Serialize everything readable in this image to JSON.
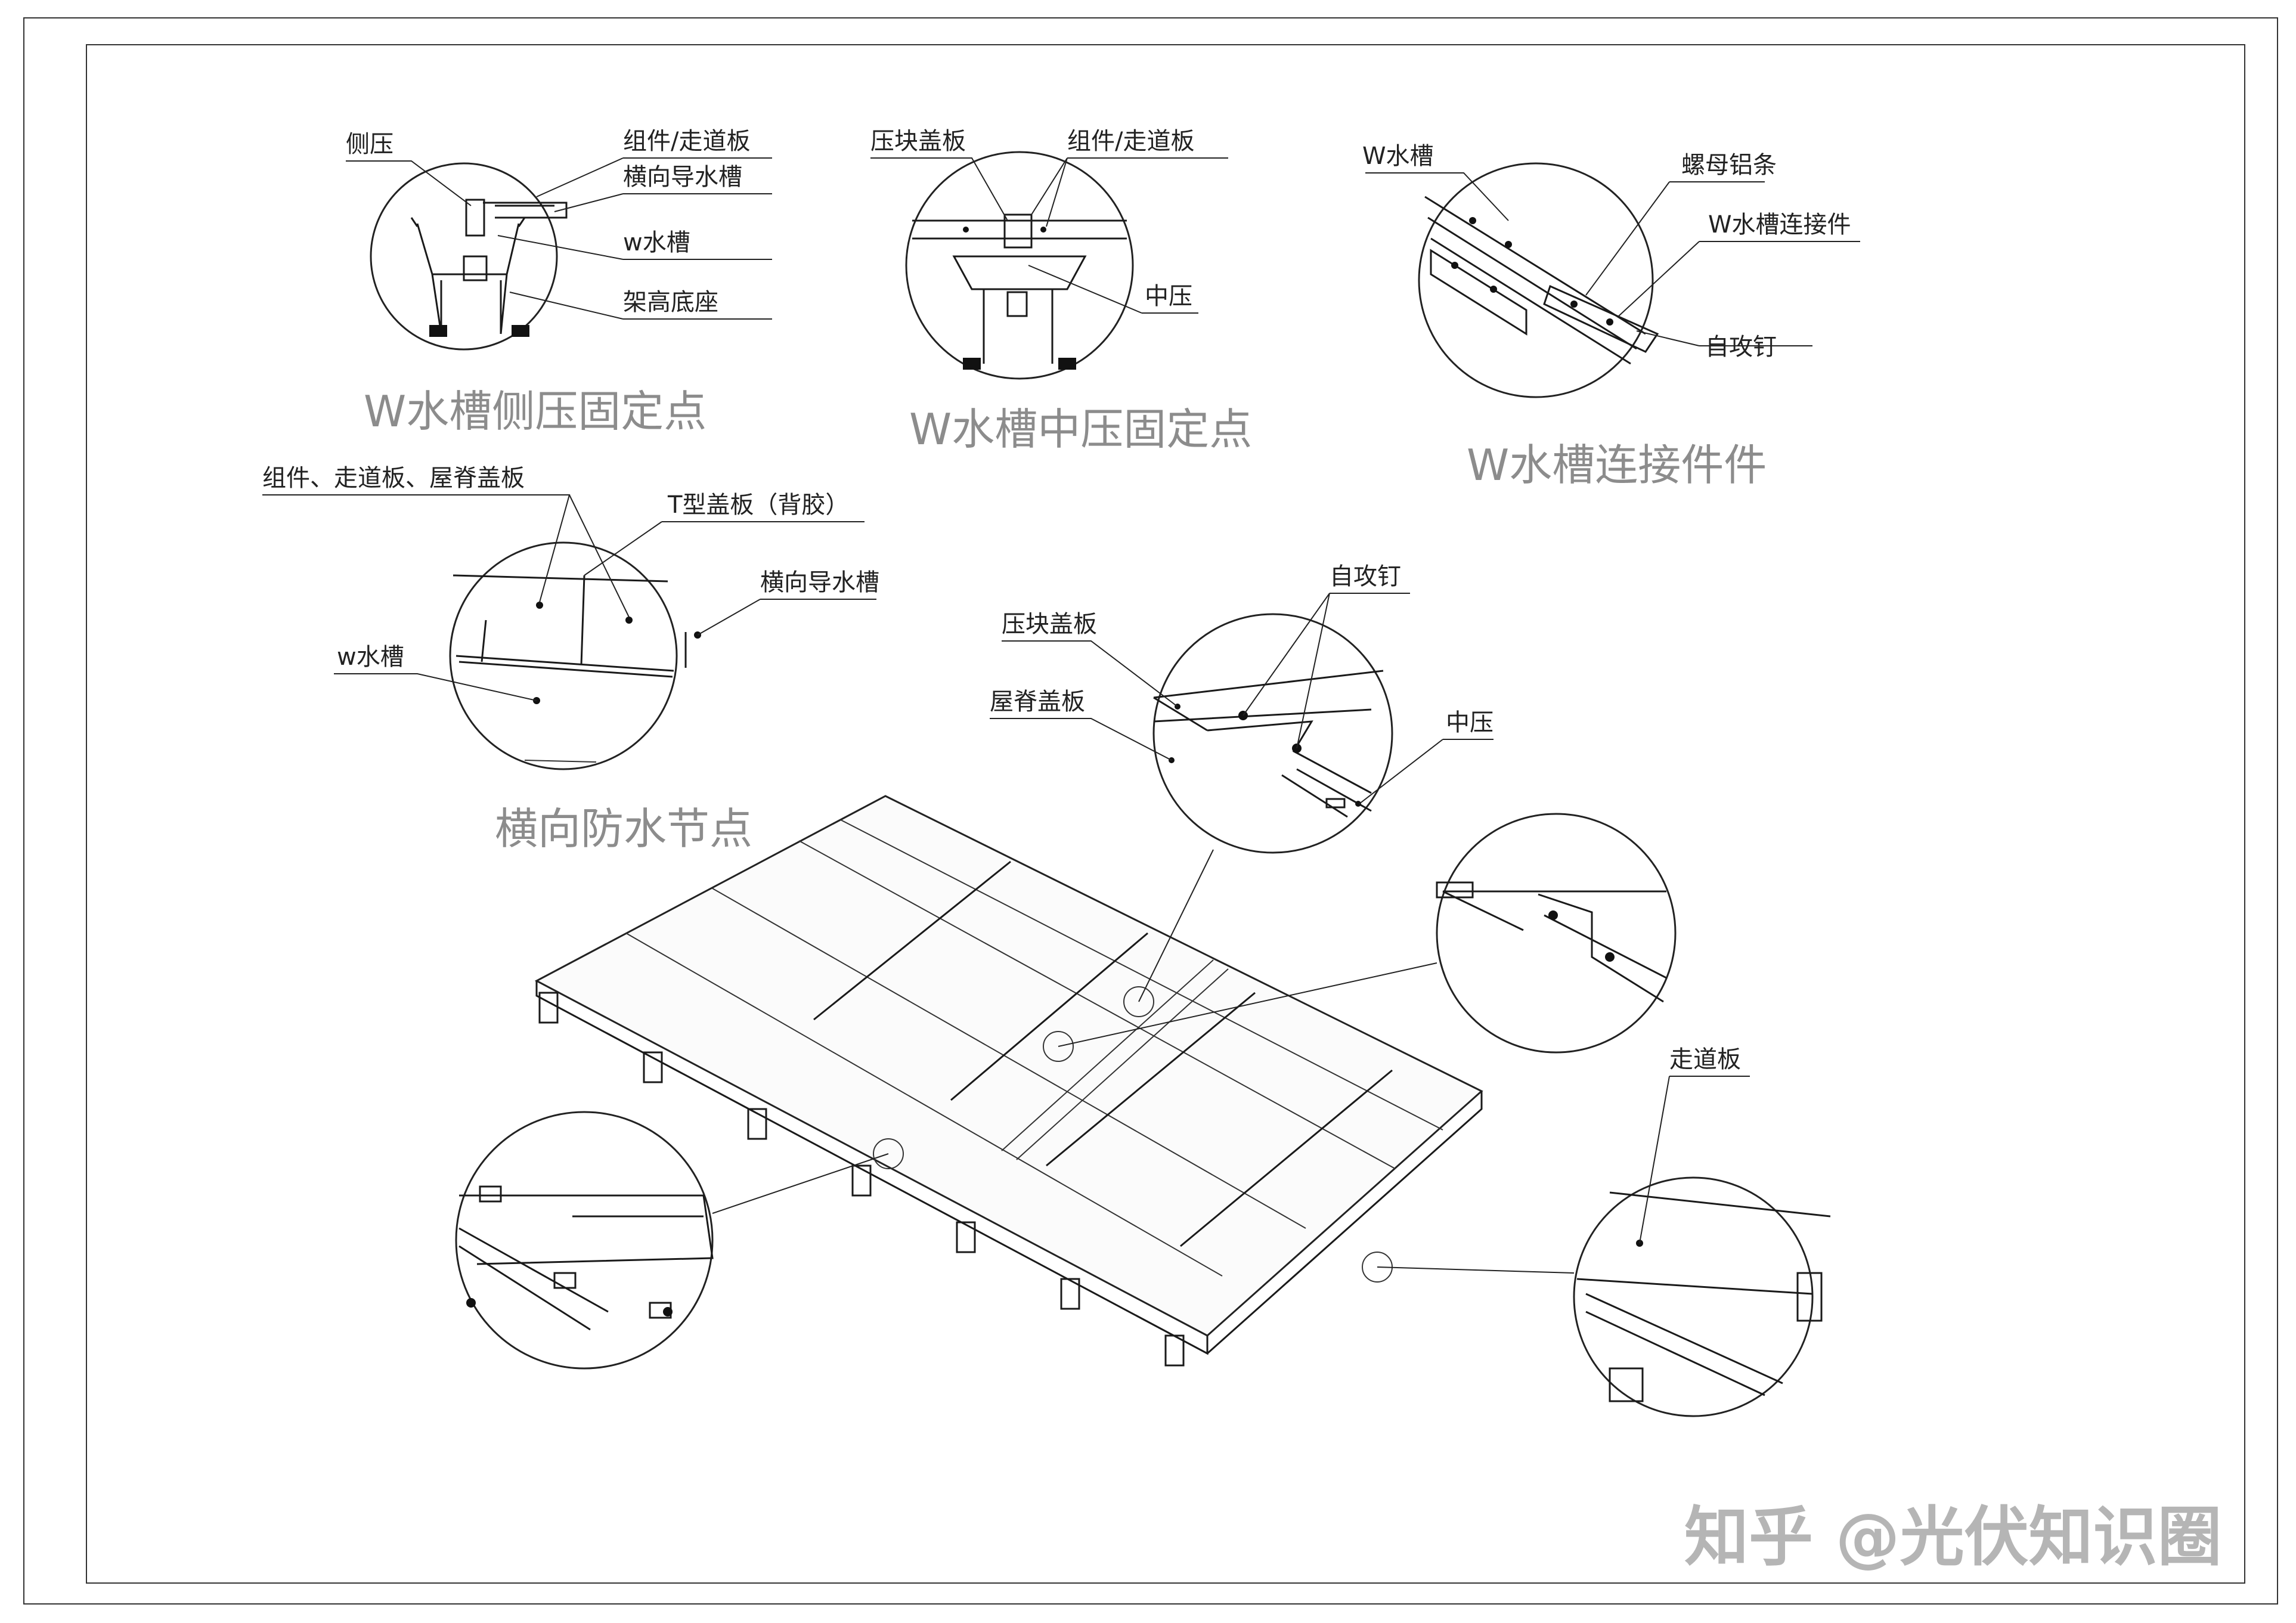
{
  "detail_side_clamp": {
    "caption": "W水槽侧压固定点",
    "labels": {
      "side_clamp": "侧压",
      "module_walkway": "组件/走道板",
      "lateral_gutter": "横向导水槽",
      "w_gutter": "w水槽",
      "raised_base": "架高底座"
    }
  },
  "detail_mid_clamp": {
    "caption": "W水槽中压固定点",
    "labels": {
      "press_cover": "压块盖板",
      "module_walkway": "组件/走道板",
      "mid_clamp": "中压"
    }
  },
  "detail_connector": {
    "caption": "W水槽连接件件",
    "labels": {
      "w_gutter": "W水槽",
      "nut_strip": "螺母铝条",
      "connector": "W水槽连接件",
      "screw": "自攻钉"
    }
  },
  "detail_lateral_waterproof": {
    "caption": "横向防水节点",
    "labels": {
      "components": "组件、走道板、屋脊盖板",
      "t_cover": "T型盖板（背胶）",
      "lateral_gutter": "横向导水槽",
      "w_gutter": "w水槽"
    }
  },
  "detail_ridge": {
    "labels": {
      "screw": "自攻钉",
      "press_cover": "压块盖板",
      "ridge_cover": "屋脊盖板",
      "mid_clamp": "中压"
    }
  },
  "detail_walkway": {
    "labels": {
      "walkway": "走道板"
    }
  },
  "watermark": "知乎 @光伏知识圈"
}
